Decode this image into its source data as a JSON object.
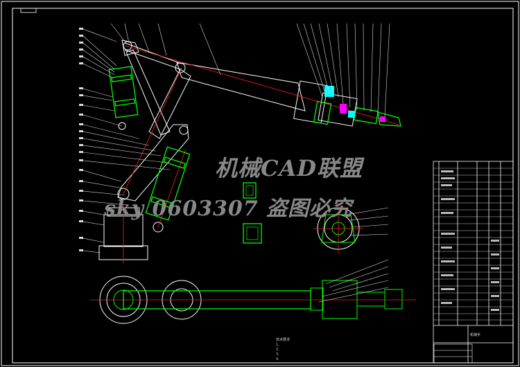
{
  "watermark": {
    "title": "机械CAD联盟",
    "contact": "sky 0603307  盗图必究"
  },
  "notes": {
    "heading": "技术要求",
    "lines": [
      "1.",
      "2.",
      "3.",
      "4."
    ]
  },
  "title_block": {
    "label": "机械手"
  },
  "colors": {
    "background": "#000000",
    "frame": "#ffffff",
    "outline": "#00ff00",
    "centerline": "#ff2020",
    "accent_cyan": "#00ffff",
    "accent_magenta": "#ff00ff",
    "leader": "#ffffff"
  }
}
